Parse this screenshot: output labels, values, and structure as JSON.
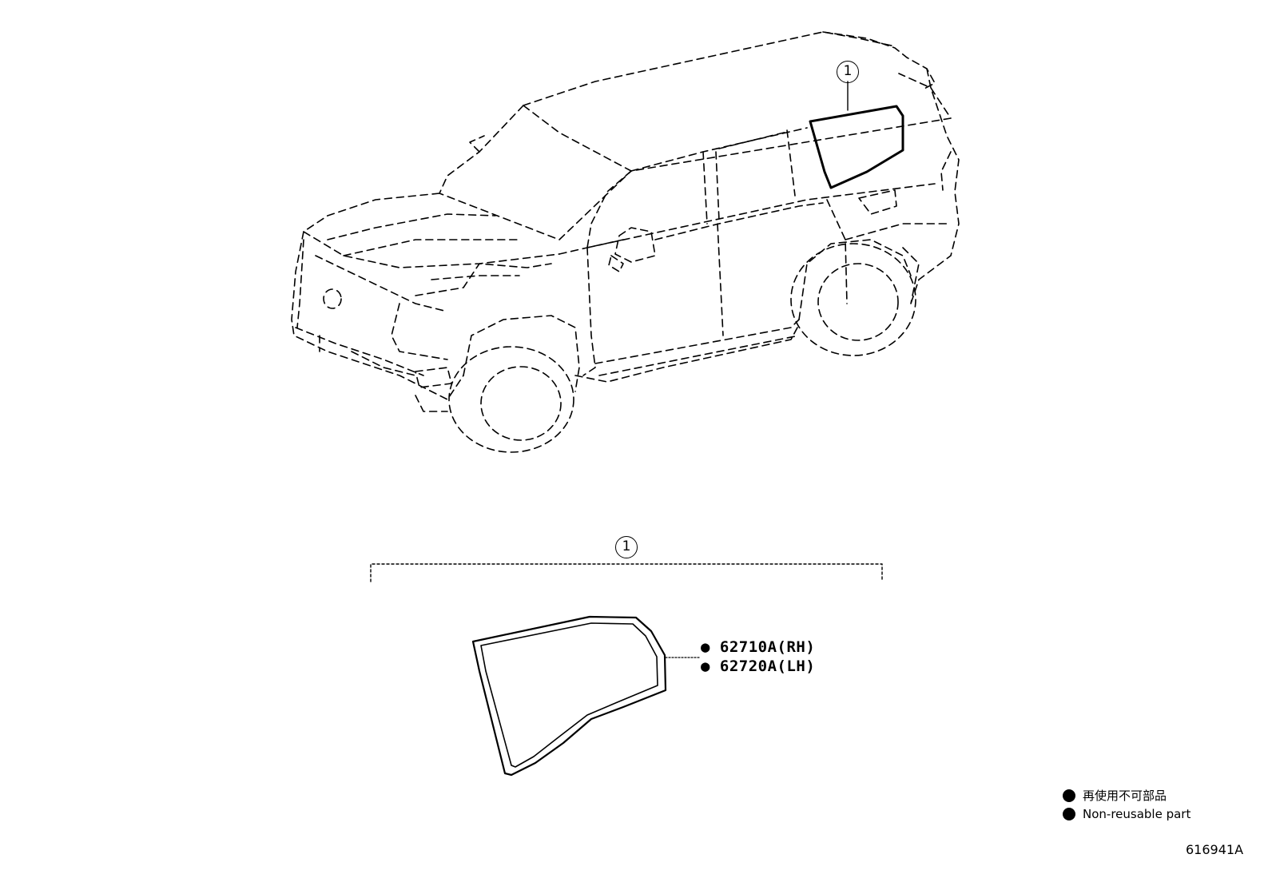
{
  "callouts": {
    "vehicle_callout": "1",
    "group_callout": "1"
  },
  "parts": [
    {
      "marker": "●",
      "number": "62710A(RH)"
    },
    {
      "marker": "●",
      "number": "62720A(LH)"
    }
  ],
  "legend": {
    "jp_text": "再使用不可部品",
    "en_text": "Non-reusable part"
  },
  "document_id": "616941A",
  "colors": {
    "ink": "#000000",
    "background": "#ffffff"
  }
}
